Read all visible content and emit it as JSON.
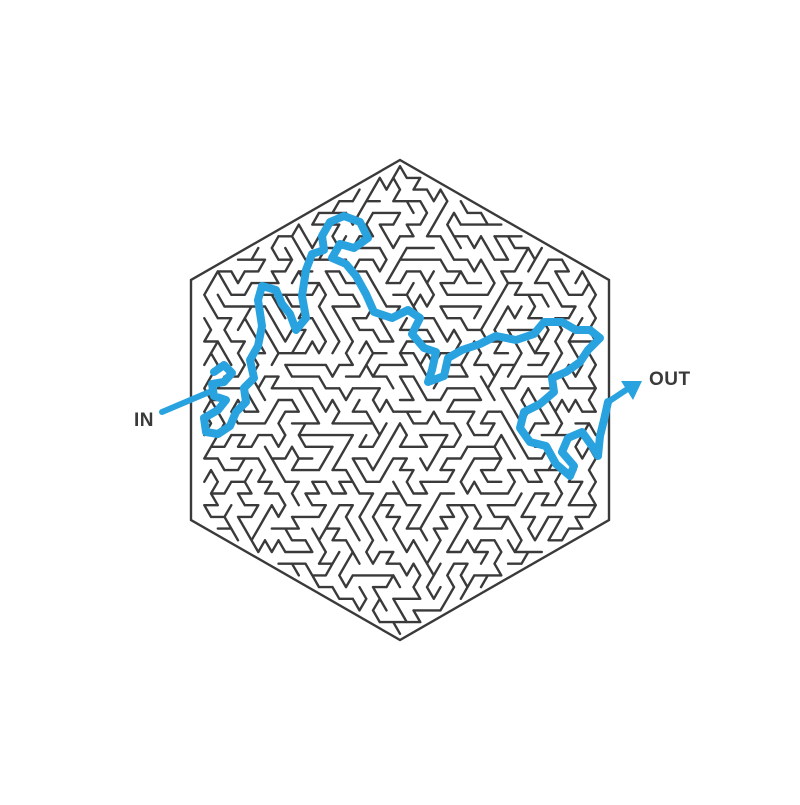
{
  "maze": {
    "shape": "hexagon",
    "entrance_label": "IN",
    "exit_label": "OUT",
    "wall_color": "#3a3a3a",
    "path_color": "#29a3e0",
    "background_color": "#ffffff",
    "label_color": "#3a3a3a"
  }
}
